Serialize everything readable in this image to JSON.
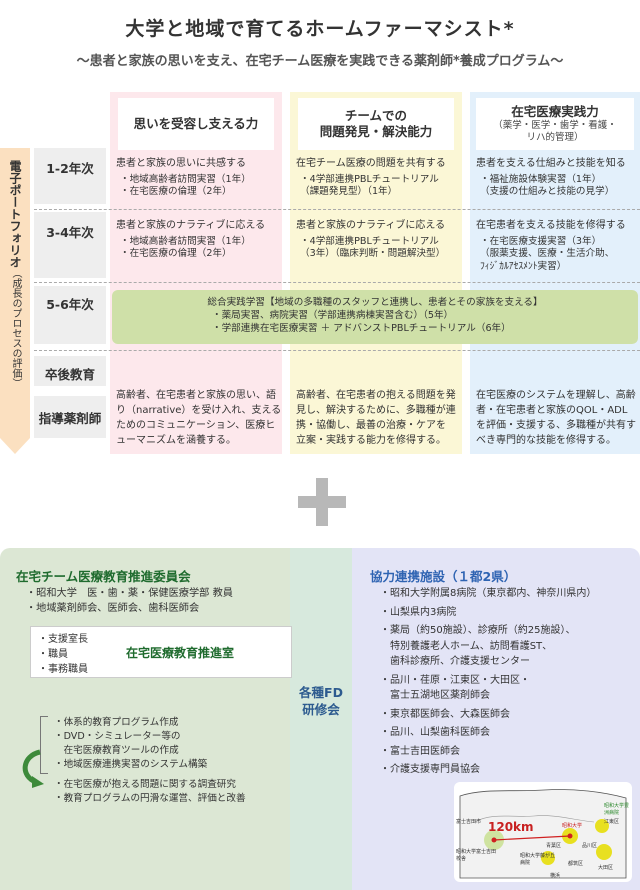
{
  "header": {
    "title": "大学と地域で育てるホームファーマシスト*",
    "subtitle": "〜患者と家族の思いを支え、在宅チーム医療を実践できる薬剤師*養成プログラム〜"
  },
  "columns": [
    {
      "title": "思いを受容し支える力",
      "sub": ""
    },
    {
      "title": "チームでの",
      "title2": "問題発見・解決能力",
      "sub": ""
    },
    {
      "title": "在宅医療実践力",
      "sub": "（薬学・医学・歯学・看護・",
      "sub2": "リハ的管理）"
    }
  ],
  "portfolio": {
    "label": "電子ポートフォリオ",
    "sub": "（成長のプロセスの評価）"
  },
  "years": [
    "1-2年次",
    "3-4年次",
    "5-6年次",
    "卒後教育",
    "指導薬剤師"
  ],
  "grid": {
    "y12": [
      {
        "lead": "患者と家族の思いに共感する",
        "items": [
          "・地域高齢者訪問実習（1年）",
          "・在宅医療の倫理（2年）"
        ]
      },
      {
        "lead": "在宅チーム医療の問題を共有する",
        "items": [
          "・4学部連携PBLチュートリアル",
          "（課題発見型）（1年）"
        ]
      },
      {
        "lead": "患者を支える仕組みと技能を知る",
        "items": [
          "・福祉施設体験実習（1年）",
          "（支援の仕組みと技能の見学）"
        ]
      }
    ],
    "y34": [
      {
        "lead": "患者と家族のナラティブに応える",
        "items": [
          "・地域高齢者訪問実習（1年）",
          "・在宅医療の倫理（2年）"
        ]
      },
      {
        "lead": "患者と家族のナラティブに応える",
        "items": [
          "・4学部連携PBLチュートリアル",
          "（3年）（臨床判断・問題解決型）"
        ]
      },
      {
        "lead": "在宅患者を支える技能を修得する",
        "items": [
          "・在宅医療支援実習（3年）",
          "（服薬支援、医療・生活介助、",
          "ﾌｨｼﾞｶﾙｱｾｽﾒﾝﾄ実習）"
        ]
      }
    ],
    "y56": {
      "title": "総合実践学習【地域の多職種のスタッフと連携し、患者とその家族を支える】",
      "items": [
        "・薬局実習、病院実習（学部連携病棟実習含む）（5年）",
        "・学部連携在宅医療実習 ＋ アドバンストPBLチュートリアル（6年）"
      ]
    },
    "outcomes": [
      "高齢者、在宅患者と家族の思い、語り（narrative）を受け入れ、支えるためのコミュニケーション、医療ヒューマニズムを涵養する。",
      "高齢者、在宅患者の抱える問題を発見し、解決するために、多職種が連携・協働し、最善の治療・ケアを　立案・実践する能力を修得する。",
      "在宅医療のシステムを理解し、高齢者・在宅患者と家族のQOL・ADLを評価・支援する、多職種が共有すべき専門的な技能を修得する。"
    ]
  },
  "committee": {
    "title": "在宅チーム医療教育推進委員会",
    "members": [
      "・昭和大学　医・歯・薬・保健医療学部 教員",
      "・地域薬剤師会、医師会、歯科医師会"
    ],
    "office_items": [
      "・支援室長",
      "・職員",
      "・事務職員"
    ],
    "office_label": "在宅医療教育推進室",
    "tasks": [
      "・体系的教育プログラム作成",
      "・DVD・シミュレーター等の",
      "　在宅医療教育ツールの作成",
      "・地域医療連携実習のシステム構築",
      "・在宅医療が抱える問題に関する調査研究",
      "・教育プログラムの円滑な運営、評価と改善"
    ]
  },
  "fd": {
    "line1": "各種FD",
    "line2": "研修会"
  },
  "facilities": {
    "title": "協力連携施設（１都2県）",
    "items": [
      "・昭和大学附属8病院（東京都内、神奈川県内）",
      "・山梨県内3病院",
      "・薬局（約50施設）、診療所（約25施設）、",
      "　特別養護老人ホーム、訪問看護ST、",
      "　歯科診療所、介護支援センター",
      "・品川・荏原・江東区・大田区・",
      "　富士五湖地区薬剤師会",
      "・東京都医師会、大森医師会",
      "・品川、山梨歯科医師会",
      "・富士吉田医師会",
      "・介護支援専門員協会"
    ]
  },
  "map": {
    "distance": "120km",
    "labels": [
      "富士吉田市",
      "昭和大学富士吉田校舎",
      "昭和大学",
      "昭和大学藤が丘病院",
      "青葉区",
      "品川区",
      "大田区",
      "江東区",
      "都筑区",
      "横浜",
      "昭和大学豊洲病院"
    ]
  },
  "colors": {
    "pink": "#fde8ec",
    "yellow": "#fbf7d6",
    "blue": "#e3f0fb",
    "green": "#cfe0a8",
    "accent_green": "#1f6b2e",
    "accent_blue": "#2e63b2"
  }
}
